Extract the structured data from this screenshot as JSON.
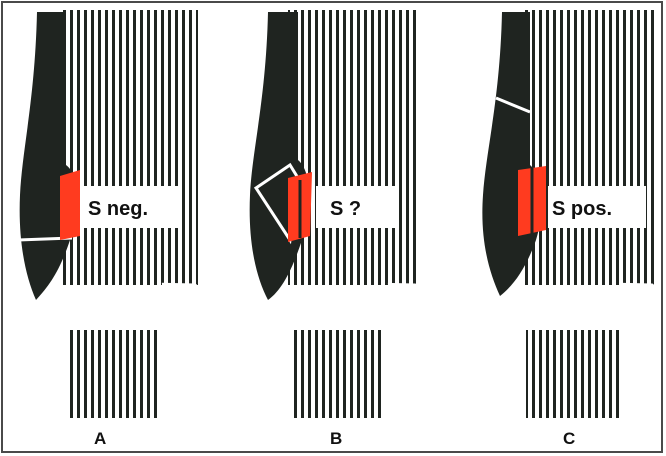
{
  "colors": {
    "bone": "#1f2420",
    "hatch": "#1f2420",
    "syndesmosis": "#ff3b1f",
    "background": "#ffffff",
    "frame": "#4a4a4a"
  },
  "panels": [
    {
      "id": "A",
      "label": "S neg.",
      "letter": "A",
      "fracture": "horizontal-below-syndesmosis"
    },
    {
      "id": "B",
      "label": "S ?",
      "letter": "B",
      "fracture": "oblique-at-syndesmosis"
    },
    {
      "id": "C",
      "label": "S pos.",
      "letter": "C",
      "fracture": "high-above-syndesmosis"
    }
  ]
}
